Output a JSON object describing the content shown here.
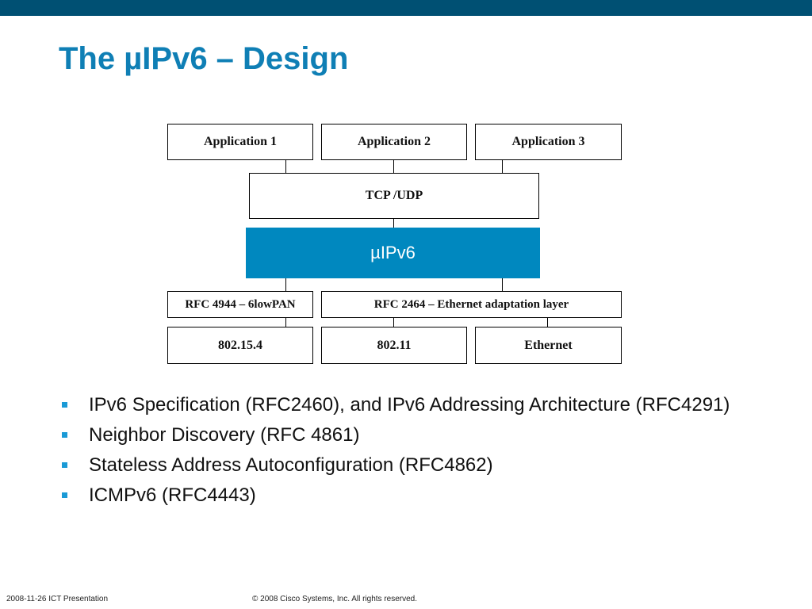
{
  "slide": {
    "title": "The µIPv6 – Design"
  },
  "diagram": {
    "apps": [
      "Application 1",
      "Application 2",
      "Application 3"
    ],
    "transport": "TCP /UDP",
    "core": "µIPv6",
    "adaptation": [
      "RFC 4944 – 6lowPAN",
      "RFC 2464 – Ethernet adaptation layer"
    ],
    "links": [
      "802.15.4",
      "802.11",
      "Ethernet"
    ]
  },
  "bullets": [
    "IPv6 Specification (RFC2460), and IPv6 Addressing Architecture (RFC4291)",
    "Neighbor Discovery (RFC 4861)",
    "Stateless Address Autoconfiguration (RFC4862)",
    "ICMPv6 (RFC4443)"
  ],
  "footer": {
    "left": "2008-11-26 ICT Presentation",
    "center": "© 2008 Cisco Systems, Inc. All rights reserved."
  },
  "colors": {
    "header_bar": "#005073",
    "title": "#0f7fb5",
    "core_box": "#0088bf",
    "bullet": "#1a9ad6"
  }
}
